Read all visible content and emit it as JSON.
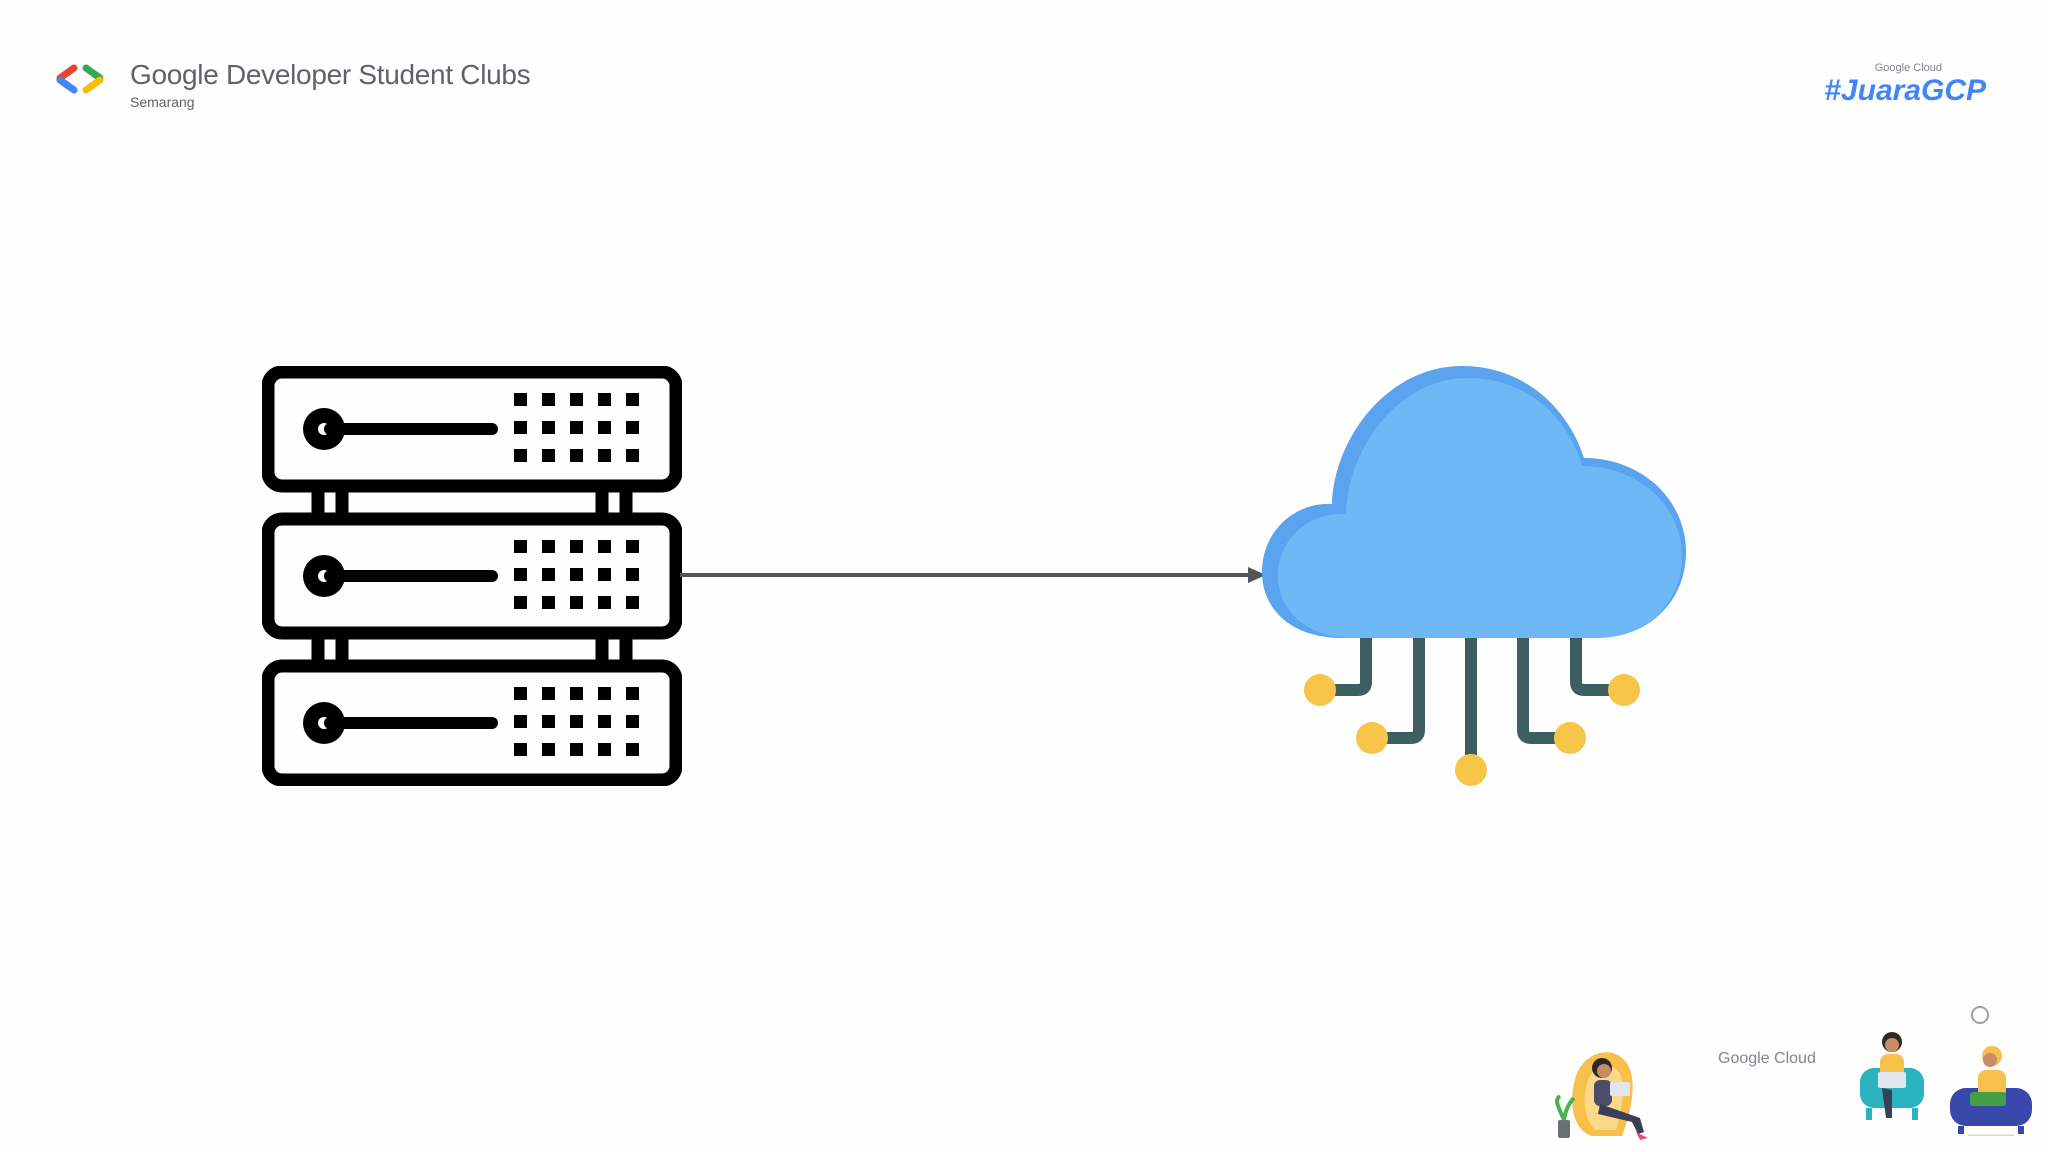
{
  "header": {
    "brand_title": "Google Developer Student Clubs",
    "brand_subtitle": "Semarang",
    "logo_icon": "gdsc-brackets-icon",
    "tag_prefix": "Google Cloud",
    "tag": "#JuaraGCP"
  },
  "diagram": {
    "source_icon": "server-rack-icon",
    "target_icon": "cloud-network-icon",
    "connector_icon": "arrow-right-icon"
  },
  "footer": {
    "brand": "Google Cloud",
    "illustrations": [
      "person-laptop-egg-chair-illustration",
      "person-armchair-laptop-illustration",
      "person-sofa-laptop-illustration"
    ]
  },
  "colors": {
    "brand_text": "#5f6368",
    "tag_blue": "#4285f4",
    "cloud_light": "#6fb8f6",
    "cloud_dark": "#5aa3ee",
    "node_yellow": "#f7c548",
    "wire": "#3d5f62",
    "arrow": "#555555"
  }
}
